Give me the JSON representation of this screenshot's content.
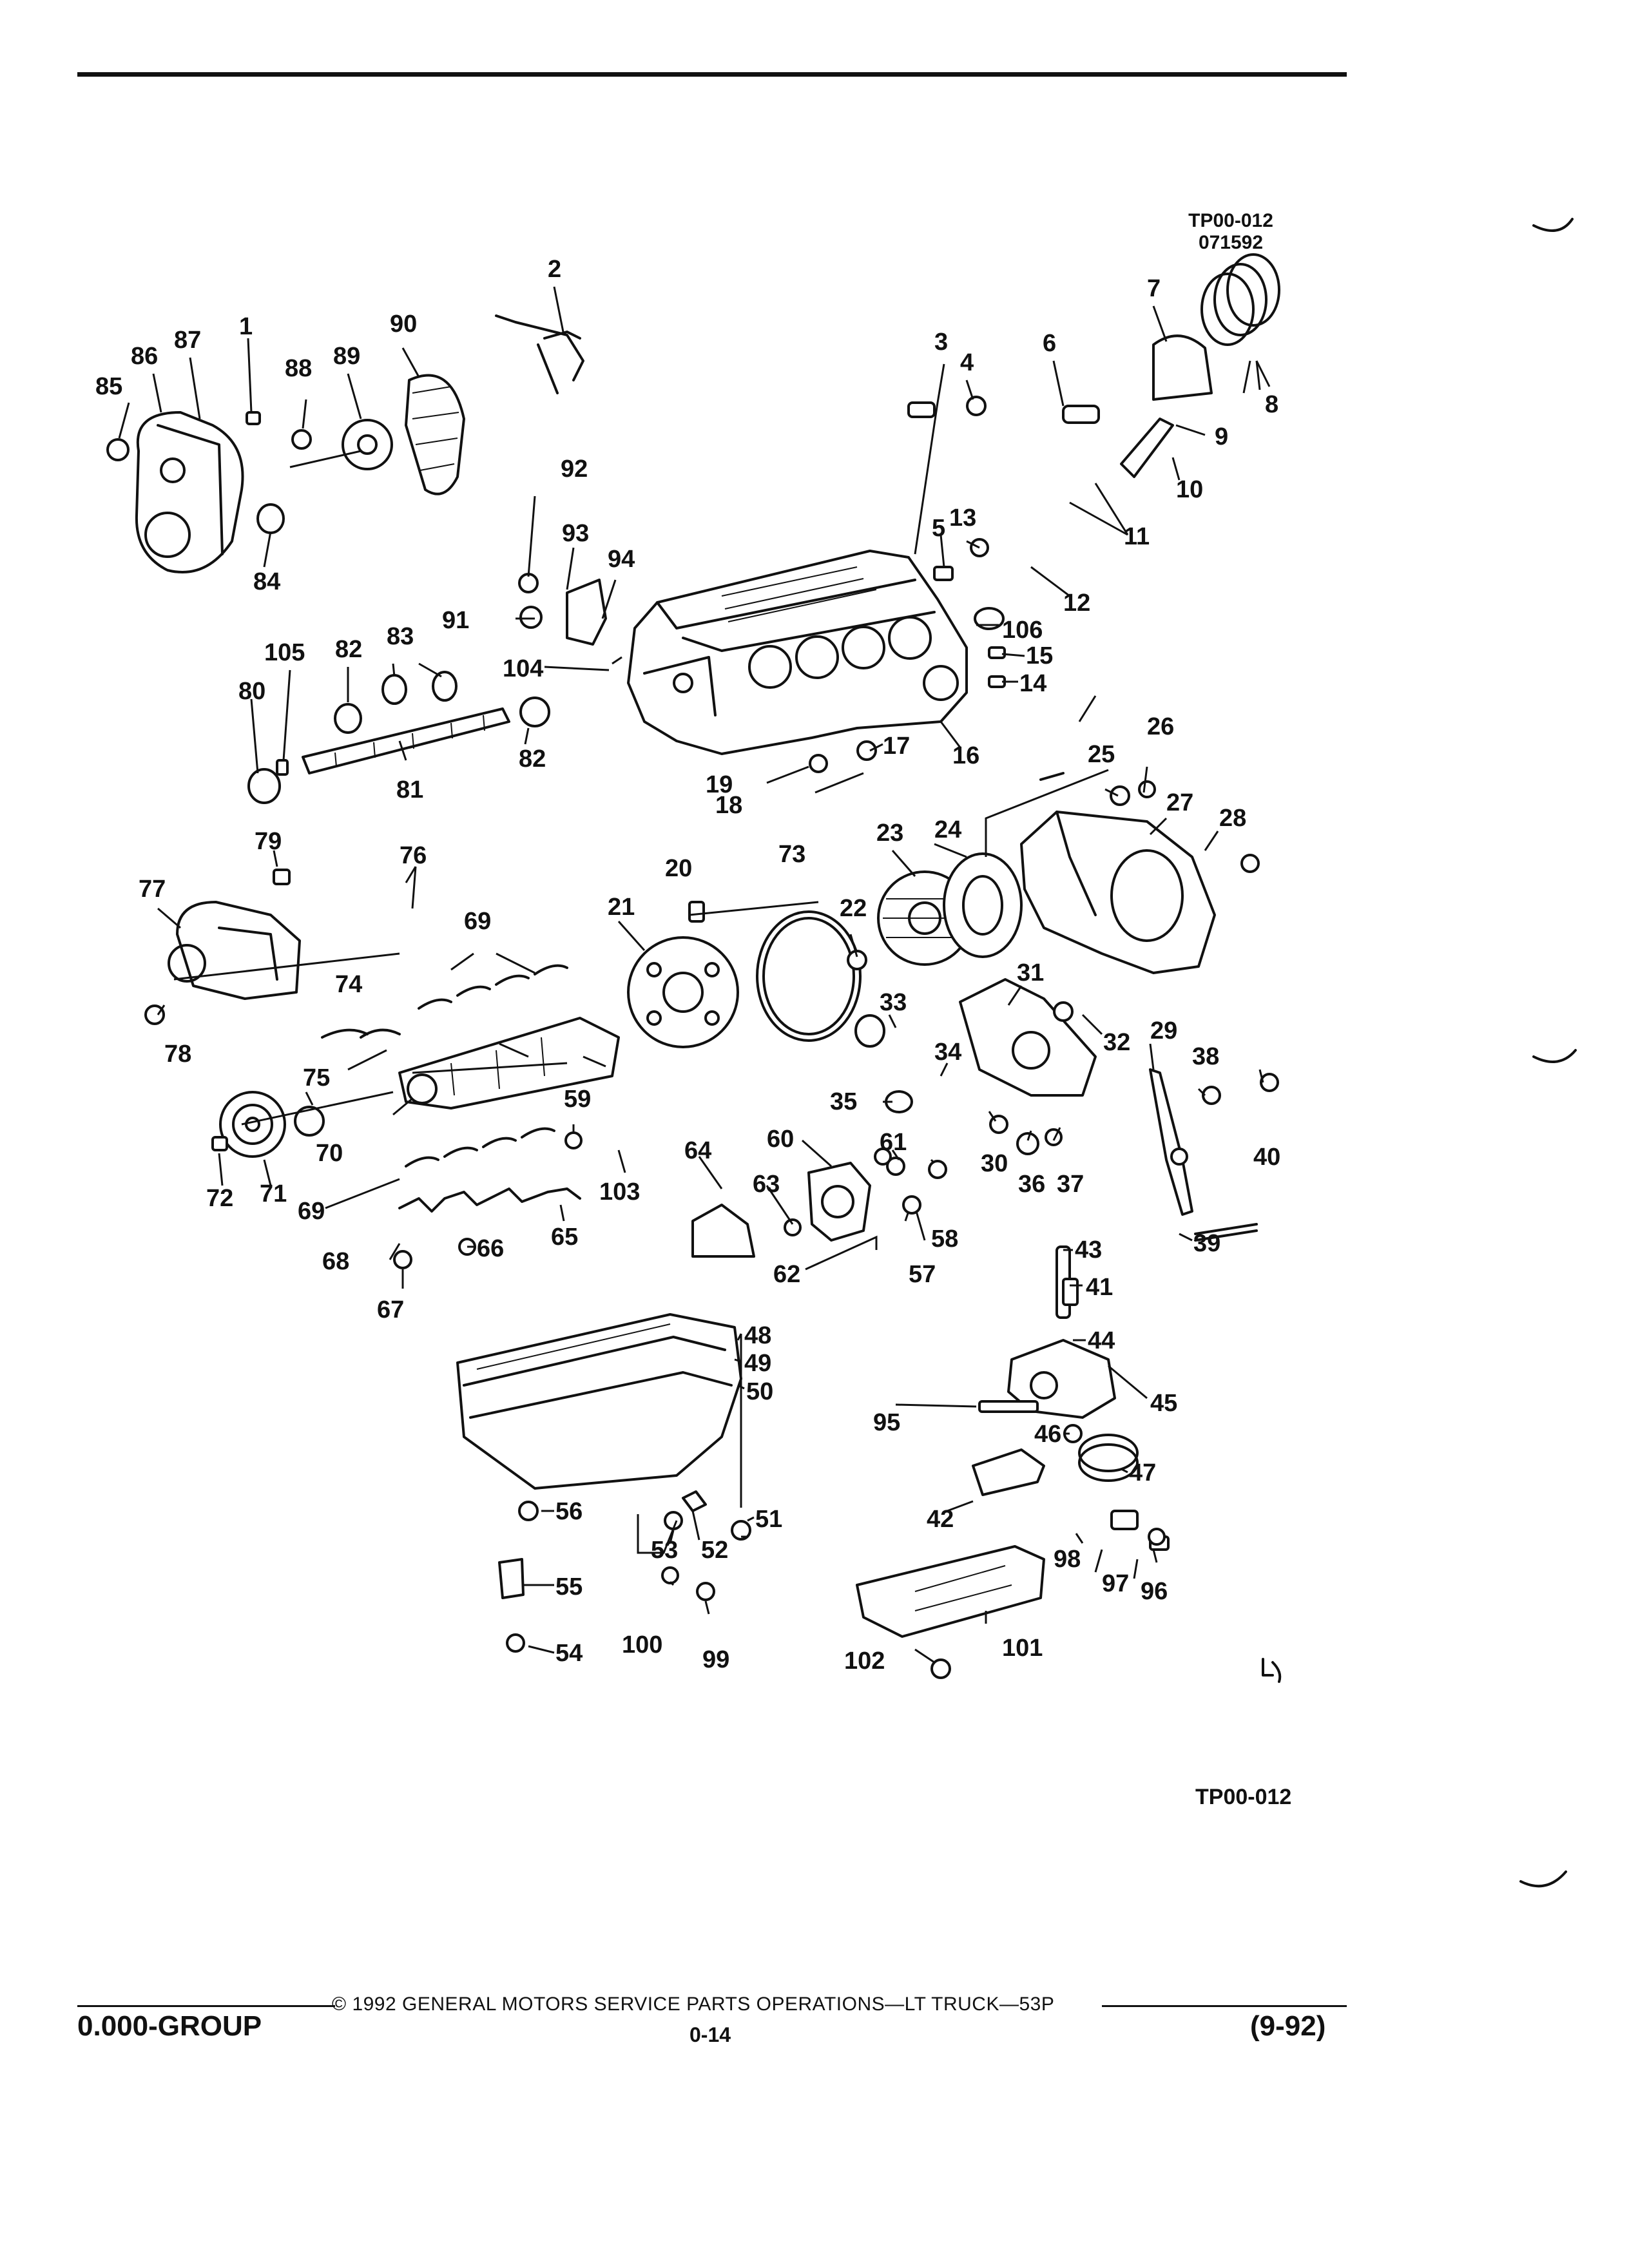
{
  "header": {
    "drawing_code": "TP00-012",
    "drawing_date": "071592"
  },
  "diagram": {
    "callouts": [
      "1",
      "2",
      "3",
      "4",
      "5",
      "6",
      "7",
      "8",
      "9",
      "10",
      "11",
      "12",
      "13",
      "14",
      "15",
      "16",
      "17",
      "18",
      "19",
      "20",
      "21",
      "22",
      "23",
      "24",
      "25",
      "26",
      "27",
      "28",
      "29",
      "30",
      "31",
      "32",
      "33",
      "34",
      "35",
      "36",
      "37",
      "38",
      "39",
      "40",
      "41",
      "42",
      "43",
      "44",
      "45",
      "46",
      "47",
      "48",
      "49",
      "50",
      "51",
      "52",
      "53",
      "54",
      "55",
      "56",
      "57",
      "58",
      "59",
      "60",
      "61",
      "62",
      "63",
      "64",
      "65",
      "66",
      "67",
      "68",
      "69",
      "70",
      "71",
      "72",
      "73",
      "74",
      "75",
      "76",
      "77",
      "78",
      "79",
      "80",
      "81",
      "82",
      "83",
      "84",
      "85",
      "86",
      "87",
      "88",
      "89",
      "90",
      "91",
      "92",
      "93",
      "94",
      "95",
      "96",
      "97",
      "98",
      "99",
      "100",
      "101",
      "102",
      "103",
      "104",
      "105",
      "106"
    ],
    "drawing_code_bottom": "TP00-012"
  },
  "footer": {
    "copyright": "© 1992 GENERAL MOTORS SERVICE PARTS OPERATIONS—LT TRUCK—53P",
    "group": "0.000-GROUP",
    "page": "0-14",
    "date": "(9-92)"
  }
}
